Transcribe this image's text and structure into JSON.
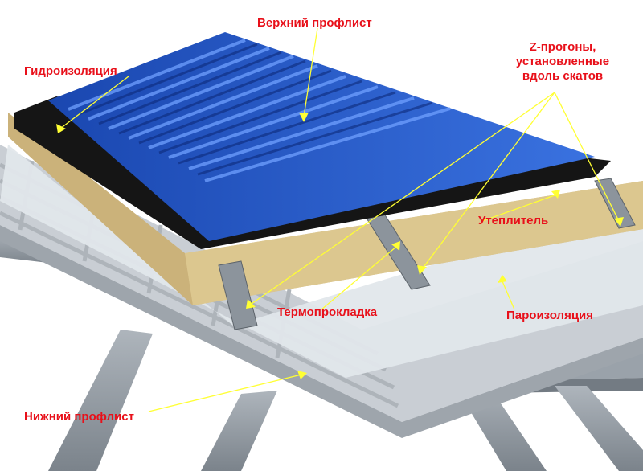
{
  "labels": {
    "upper_profile": "Верхний профлист",
    "waterproofing": "Гидроизоляция",
    "z_purlins": [
      "Z-прогоны,",
      "установленные",
      "вдоль скатов"
    ],
    "insulation": "Утеплитель",
    "thermal_pad": "Термопрокладка",
    "vapor_barrier": "Пароизоляция",
    "lower_profile": "Нижний профлист"
  },
  "colors": {
    "label_text": "#e8101a",
    "leader_line": "#ffff33",
    "upper_sheet": "#2356c8",
    "waterproof_membrane": "#151515",
    "insulation": "#d9c48e",
    "vapor_film": "#dfe4e8",
    "lower_sheet": "#c9ced4",
    "steel_frame": "#8f979f"
  }
}
